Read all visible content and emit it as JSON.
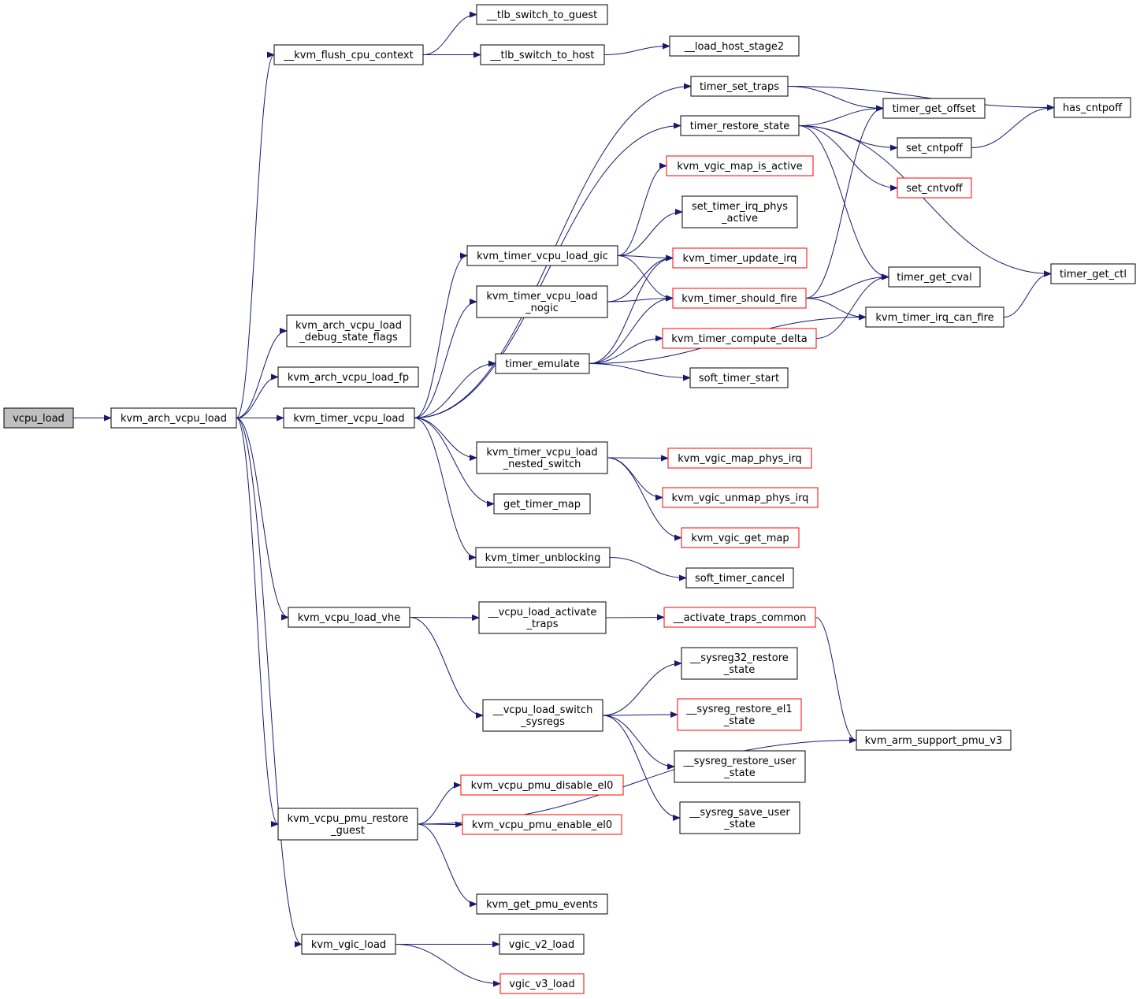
{
  "diagram": {
    "type": "call-graph",
    "edge_color": "#191970",
    "truncated_node_border": "#ff0000",
    "root_fill": "#bfbfbf",
    "nodes": [
      {
        "id": "vcpu_load",
        "lines": [
          "vcpu_load"
        ],
        "root": true
      },
      {
        "id": "kvm_arch_vcpu_load",
        "lines": [
          "kvm_arch_vcpu_load"
        ]
      },
      {
        "id": "kvm_flush_cpu_context",
        "lines": [
          "__kvm_flush_cpu_context"
        ]
      },
      {
        "id": "tlb_switch_to_guest",
        "lines": [
          "__tlb_switch_to_guest"
        ]
      },
      {
        "id": "tlb_switch_to_host",
        "lines": [
          "__tlb_switch_to_host"
        ]
      },
      {
        "id": "load_host_stage2",
        "lines": [
          "__load_host_stage2"
        ]
      },
      {
        "id": "kvm_arch_vcpu_load_debug_state_flags",
        "lines": [
          "kvm_arch_vcpu_load",
          "_debug_state_flags"
        ]
      },
      {
        "id": "kvm_arch_vcpu_load_fp",
        "lines": [
          "kvm_arch_vcpu_load_fp"
        ]
      },
      {
        "id": "kvm_timer_vcpu_load",
        "lines": [
          "kvm_timer_vcpu_load"
        ]
      },
      {
        "id": "timer_set_traps",
        "lines": [
          "timer_set_traps"
        ]
      },
      {
        "id": "timer_restore_state",
        "lines": [
          "timer_restore_state"
        ]
      },
      {
        "id": "kvm_vgic_map_is_active",
        "lines": [
          "kvm_vgic_map_is_active"
        ],
        "truncated": true
      },
      {
        "id": "set_timer_irq_phys_active",
        "lines": [
          "set_timer_irq_phys",
          "_active"
        ]
      },
      {
        "id": "kvm_timer_vcpu_load_gic",
        "lines": [
          "kvm_timer_vcpu_load_gic"
        ]
      },
      {
        "id": "kvm_timer_update_irq",
        "lines": [
          "kvm_timer_update_irq"
        ],
        "truncated": true
      },
      {
        "id": "kvm_timer_vcpu_load_nogic",
        "lines": [
          "kvm_timer_vcpu_load",
          "_nogic"
        ]
      },
      {
        "id": "kvm_timer_should_fire",
        "lines": [
          "kvm_timer_should_fire"
        ],
        "truncated": true
      },
      {
        "id": "kvm_timer_compute_delta",
        "lines": [
          "kvm_timer_compute_delta"
        ],
        "truncated": true
      },
      {
        "id": "timer_emulate",
        "lines": [
          "timer_emulate"
        ]
      },
      {
        "id": "soft_timer_start",
        "lines": [
          "soft_timer_start"
        ]
      },
      {
        "id": "timer_get_offset",
        "lines": [
          "timer_get_offset"
        ]
      },
      {
        "id": "has_cntpoff",
        "lines": [
          "has_cntpoff"
        ]
      },
      {
        "id": "set_cntpoff",
        "lines": [
          "set_cntpoff"
        ]
      },
      {
        "id": "set_cntvoff",
        "lines": [
          "set_cntvoff"
        ],
        "truncated": true
      },
      {
        "id": "timer_get_cval",
        "lines": [
          "timer_get_cval"
        ]
      },
      {
        "id": "timer_get_ctl",
        "lines": [
          "timer_get_ctl"
        ]
      },
      {
        "id": "kvm_timer_irq_can_fire",
        "lines": [
          "kvm_timer_irq_can_fire"
        ]
      },
      {
        "id": "kvm_timer_vcpu_load_nested_switch",
        "lines": [
          "kvm_timer_vcpu_load",
          "_nested_switch"
        ]
      },
      {
        "id": "kvm_vgic_map_phys_irq",
        "lines": [
          "kvm_vgic_map_phys_irq"
        ],
        "truncated": true
      },
      {
        "id": "kvm_vgic_unmap_phys_irq",
        "lines": [
          "kvm_vgic_unmap_phys_irq"
        ],
        "truncated": true
      },
      {
        "id": "kvm_vgic_get_map",
        "lines": [
          "kvm_vgic_get_map"
        ],
        "truncated": true
      },
      {
        "id": "get_timer_map",
        "lines": [
          "get_timer_map"
        ]
      },
      {
        "id": "kvm_timer_unblocking",
        "lines": [
          "kvm_timer_unblocking"
        ]
      },
      {
        "id": "soft_timer_cancel",
        "lines": [
          "soft_timer_cancel"
        ]
      },
      {
        "id": "kvm_vcpu_load_vhe",
        "lines": [
          "kvm_vcpu_load_vhe"
        ]
      },
      {
        "id": "vcpu_load_activate_traps",
        "lines": [
          "__vcpu_load_activate",
          "_traps"
        ]
      },
      {
        "id": "activate_traps_common",
        "lines": [
          "__activate_traps_common"
        ],
        "truncated": true
      },
      {
        "id": "vcpu_load_switch_sysregs",
        "lines": [
          "__vcpu_load_switch",
          "_sysregs"
        ]
      },
      {
        "id": "sysreg32_restore_state",
        "lines": [
          "__sysreg32_restore",
          "_state"
        ]
      },
      {
        "id": "sysreg_restore_el1_state",
        "lines": [
          "__sysreg_restore_el1",
          "_state"
        ],
        "truncated": true
      },
      {
        "id": "sysreg_restore_user_state",
        "lines": [
          "__sysreg_restore_user",
          "_state"
        ]
      },
      {
        "id": "sysreg_save_user_state",
        "lines": [
          "__sysreg_save_user",
          "_state"
        ]
      },
      {
        "id": "kvm_arm_support_pmu_v3",
        "lines": [
          "kvm_arm_support_pmu_v3"
        ]
      },
      {
        "id": "kvm_vcpu_pmu_restore_guest",
        "lines": [
          "kvm_vcpu_pmu_restore",
          "_guest"
        ]
      },
      {
        "id": "kvm_vcpu_pmu_disable_el0",
        "lines": [
          "kvm_vcpu_pmu_disable_el0"
        ],
        "truncated": true
      },
      {
        "id": "kvm_vcpu_pmu_enable_el0",
        "lines": [
          "kvm_vcpu_pmu_enable_el0"
        ],
        "truncated": true
      },
      {
        "id": "kvm_get_pmu_events",
        "lines": [
          "kvm_get_pmu_events"
        ]
      },
      {
        "id": "kvm_vgic_load",
        "lines": [
          "kvm_vgic_load"
        ]
      },
      {
        "id": "vgic_v2_load",
        "lines": [
          "vgic_v2_load"
        ]
      },
      {
        "id": "vgic_v3_load",
        "lines": [
          "vgic_v3_load"
        ],
        "truncated": true
      }
    ],
    "edges": [
      [
        "vcpu_load",
        "kvm_arch_vcpu_load"
      ],
      [
        "kvm_arch_vcpu_load",
        "kvm_flush_cpu_context"
      ],
      [
        "kvm_arch_vcpu_load",
        "kvm_arch_vcpu_load_debug_state_flags"
      ],
      [
        "kvm_arch_vcpu_load",
        "kvm_arch_vcpu_load_fp"
      ],
      [
        "kvm_arch_vcpu_load",
        "kvm_timer_vcpu_load"
      ],
      [
        "kvm_arch_vcpu_load",
        "kvm_vcpu_load_vhe"
      ],
      [
        "kvm_arch_vcpu_load",
        "kvm_vcpu_pmu_restore_guest"
      ],
      [
        "kvm_arch_vcpu_load",
        "kvm_vgic_load"
      ],
      [
        "kvm_flush_cpu_context",
        "tlb_switch_to_guest"
      ],
      [
        "kvm_flush_cpu_context",
        "tlb_switch_to_host"
      ],
      [
        "tlb_switch_to_host",
        "load_host_stage2"
      ],
      [
        "kvm_timer_vcpu_load",
        "timer_set_traps"
      ],
      [
        "kvm_timer_vcpu_load",
        "timer_restore_state"
      ],
      [
        "kvm_timer_vcpu_load",
        "kvm_timer_vcpu_load_gic"
      ],
      [
        "kvm_timer_vcpu_load",
        "kvm_timer_vcpu_load_nogic"
      ],
      [
        "kvm_timer_vcpu_load",
        "timer_emulate"
      ],
      [
        "kvm_timer_vcpu_load",
        "kvm_timer_vcpu_load_nested_switch"
      ],
      [
        "kvm_timer_vcpu_load",
        "get_timer_map"
      ],
      [
        "kvm_timer_vcpu_load",
        "kvm_timer_unblocking"
      ],
      [
        "timer_set_traps",
        "timer_get_offset"
      ],
      [
        "timer_set_traps",
        "has_cntpoff"
      ],
      [
        "timer_restore_state",
        "timer_get_offset"
      ],
      [
        "timer_restore_state",
        "set_cntpoff"
      ],
      [
        "timer_restore_state",
        "set_cntvoff"
      ],
      [
        "timer_restore_state",
        "timer_get_cval"
      ],
      [
        "timer_restore_state",
        "timer_get_ctl"
      ],
      [
        "set_cntpoff",
        "has_cntpoff"
      ],
      [
        "kvm_timer_vcpu_load_gic",
        "kvm_vgic_map_is_active"
      ],
      [
        "kvm_timer_vcpu_load_gic",
        "set_timer_irq_phys_active"
      ],
      [
        "kvm_timer_vcpu_load_gic",
        "kvm_timer_update_irq"
      ],
      [
        "kvm_timer_vcpu_load_gic",
        "kvm_timer_should_fire"
      ],
      [
        "kvm_timer_vcpu_load_nogic",
        "kvm_timer_update_irq"
      ],
      [
        "kvm_timer_vcpu_load_nogic",
        "kvm_timer_should_fire"
      ],
      [
        "timer_emulate",
        "kvm_timer_update_irq"
      ],
      [
        "timer_emulate",
        "kvm_timer_should_fire"
      ],
      [
        "timer_emulate",
        "kvm_timer_compute_delta"
      ],
      [
        "timer_emulate",
        "soft_timer_start"
      ],
      [
        "timer_emulate",
        "kvm_timer_irq_can_fire"
      ],
      [
        "kvm_timer_should_fire",
        "timer_get_offset"
      ],
      [
        "kvm_timer_should_fire",
        "timer_get_cval"
      ],
      [
        "kvm_timer_should_fire",
        "kvm_timer_irq_can_fire"
      ],
      [
        "kvm_timer_compute_delta",
        "timer_get_cval"
      ],
      [
        "kvm_timer_irq_can_fire",
        "timer_get_ctl"
      ],
      [
        "kvm_timer_vcpu_load_nested_switch",
        "kvm_vgic_map_phys_irq"
      ],
      [
        "kvm_timer_vcpu_load_nested_switch",
        "kvm_vgic_unmap_phys_irq"
      ],
      [
        "kvm_timer_vcpu_load_nested_switch",
        "kvm_vgic_get_map"
      ],
      [
        "kvm_timer_unblocking",
        "soft_timer_cancel"
      ],
      [
        "kvm_vcpu_load_vhe",
        "vcpu_load_activate_traps"
      ],
      [
        "kvm_vcpu_load_vhe",
        "vcpu_load_switch_sysregs"
      ],
      [
        "vcpu_load_activate_traps",
        "activate_traps_common"
      ],
      [
        "activate_traps_common",
        "kvm_arm_support_pmu_v3"
      ],
      [
        "vcpu_load_switch_sysregs",
        "sysreg32_restore_state"
      ],
      [
        "vcpu_load_switch_sysregs",
        "sysreg_restore_el1_state"
      ],
      [
        "vcpu_load_switch_sysregs",
        "sysreg_restore_user_state"
      ],
      [
        "vcpu_load_switch_sysregs",
        "sysreg_save_user_state"
      ],
      [
        "kvm_vcpu_pmu_restore_guest",
        "kvm_vcpu_pmu_disable_el0"
      ],
      [
        "kvm_vcpu_pmu_restore_guest",
        "kvm_vcpu_pmu_enable_el0"
      ],
      [
        "kvm_vcpu_pmu_restore_guest",
        "kvm_arm_support_pmu_v3"
      ],
      [
        "kvm_vcpu_pmu_restore_guest",
        "kvm_get_pmu_events"
      ],
      [
        "kvm_vgic_load",
        "vgic_v2_load"
      ],
      [
        "kvm_vgic_load",
        "vgic_v3_load"
      ]
    ]
  }
}
